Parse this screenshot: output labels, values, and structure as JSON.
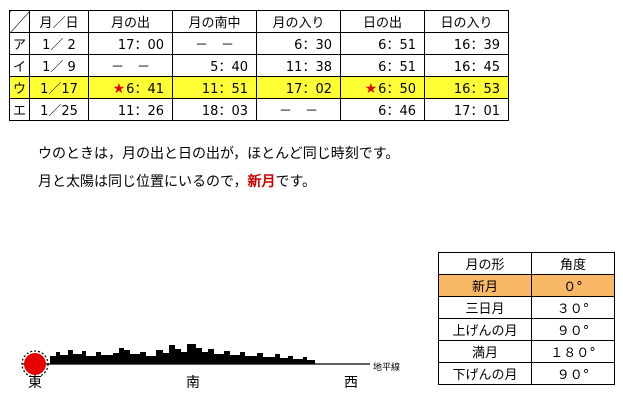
{
  "table": {
    "headers": [
      "月／日",
      "月の出",
      "月の南中",
      "月の入り",
      "日の出",
      "日の入り"
    ],
    "rows": [
      {
        "label": "ア",
        "date": "1／ 2",
        "moonrise": "17：00",
        "transit": "－　－",
        "moonset": "6：30",
        "sunrise": "6：51",
        "sunset": "16：39"
      },
      {
        "label": "イ",
        "date": "1／ 9",
        "moonrise": "－　－",
        "transit": "5：40",
        "moonset": "11：38",
        "sunrise": "6：51",
        "sunset": "16：45"
      },
      {
        "label": "ウ",
        "date": "1／17",
        "moonrise": "6：41",
        "transit": "11：51",
        "moonset": "17：02",
        "sunrise": "6：50",
        "sunset": "16：53"
      },
      {
        "label": "エ",
        "date": "1／25",
        "moonrise": "11：26",
        "transit": "18：03",
        "moonset": "－　－",
        "sunrise": "6：46",
        "sunset": "17：01"
      }
    ],
    "star_glyph": "★",
    "highlight_color": "#ffff33"
  },
  "text": {
    "line1": "ウのときは，月の出と日の出が，ほとんど同じ時刻です。",
    "line2_prefix": "月と太陽は同じ位置にいるので，",
    "line2_emphasis": "新月",
    "line2_suffix": "です。"
  },
  "phases": {
    "headers": [
      "月の形",
      "角度"
    ],
    "rows": [
      {
        "shape": "新月",
        "angle": "０°"
      },
      {
        "shape": "三日月",
        "angle": "３０°"
      },
      {
        "shape": "上げんの月",
        "angle": "９０°"
      },
      {
        "shape": "満月",
        "angle": "１８０°"
      },
      {
        "shape": "下げんの月",
        "angle": "９０°"
      }
    ],
    "selected_color": "#f9b866"
  },
  "horizon": {
    "east": "東",
    "south": "南",
    "west": "西",
    "label": "地平線",
    "sun_color": "#e60000"
  }
}
